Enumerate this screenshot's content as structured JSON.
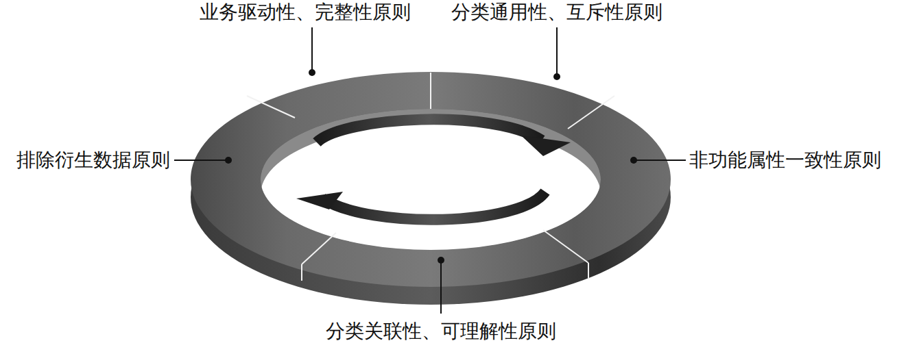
{
  "diagram": {
    "labels": [
      "业务驱动性、完整性原则",
      "分类通用性、互斥性原则",
      "排除衍生数据原则",
      "非功能属性一致性原则",
      "分类关联性、可理解性原则"
    ]
  }
}
